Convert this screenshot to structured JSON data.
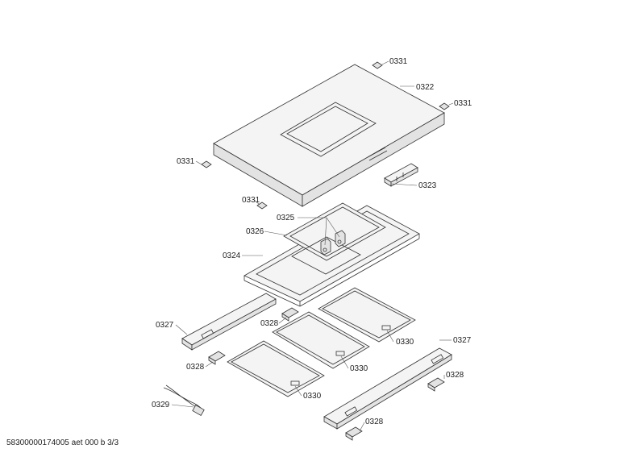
{
  "labels": {
    "p0331_a": "0331",
    "p0322": "0322",
    "p0331_b": "0331",
    "p0331_c": "0331",
    "p0323": "0323",
    "p0331_d": "0331",
    "p0325": "0325",
    "p0326": "0326",
    "p0324": "0324",
    "p0327_a": "0327",
    "p0328_a": "0328",
    "p0330_a": "0330",
    "p0327_b": "0327",
    "p0328_b": "0328",
    "p0330_b": "0330",
    "p0328_c": "0328",
    "p0329": "0329",
    "p0330_c": "0330",
    "p0328_d": "0328"
  },
  "footer": "58300000174005 aet 000 b 3/3"
}
